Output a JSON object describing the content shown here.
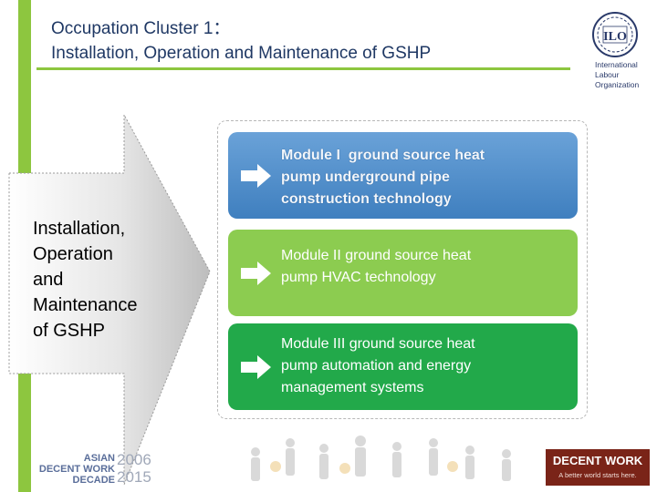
{
  "header": {
    "title_line1": "Occupation Cluster 1：",
    "title_line2": "Installation, Operation and Maintenance of GSHP"
  },
  "logo": {
    "text": "International Labour Organization",
    "abbr": "ILO"
  },
  "left_label": {
    "lines": [
      "Installation,",
      "Operation",
      "and",
      "Maintenance",
      "of GSHP"
    ]
  },
  "modules": [
    {
      "lines": [
        "Module I  ground source heat",
        "pump underground pipe",
        "construction technology"
      ]
    },
    {
      "lines": [
        "Module II ground source heat",
        "pump HVAC technology"
      ]
    },
    {
      "lines": [
        "Module III ground source heat",
        "pump automation and energy",
        "management systems"
      ]
    }
  ],
  "footer": {
    "asian_decade_lines": [
      "ASIAN",
      "DECENT WORK",
      "DECADE"
    ],
    "years": [
      "2006",
      "2015"
    ],
    "badge_title": "DECENT WORK",
    "badge_sub": "A better world starts here."
  },
  "colors": {
    "accent_green": "#8dc63f",
    "module1": "#3f7fbf",
    "module2": "#8ccc50",
    "module3": "#22a94a",
    "title_navy": "#1f3864",
    "badge_red": "#7a2418"
  }
}
